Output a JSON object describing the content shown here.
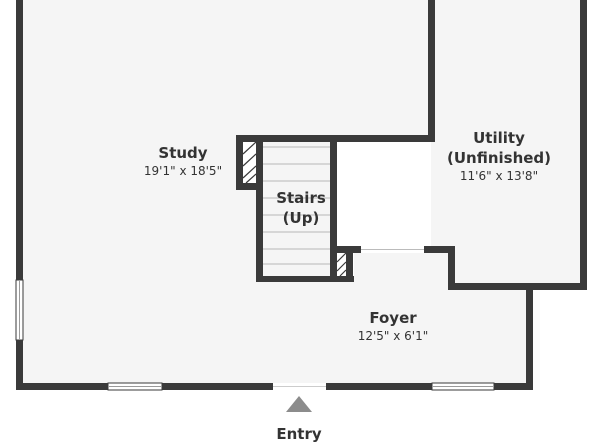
{
  "floorplan": {
    "rooms": [
      {
        "name": "Study",
        "dimensions": "19'1\" x 18'5\""
      },
      {
        "name_lines": [
          "Stairs",
          "(Up)"
        ]
      },
      {
        "name_lines": [
          "Utility",
          "(Unfinished)"
        ],
        "dimensions": "11'6\" x 13'8\""
      },
      {
        "name": "Foyer",
        "dimensions": "12'5\" x 6'1\""
      }
    ],
    "entry_label": "Entry"
  },
  "colors": {
    "wall": "#3a3a3a",
    "floor": "#f5f5f5",
    "window": "#ffffff",
    "entry_arrow": "#8c8c8c"
  }
}
